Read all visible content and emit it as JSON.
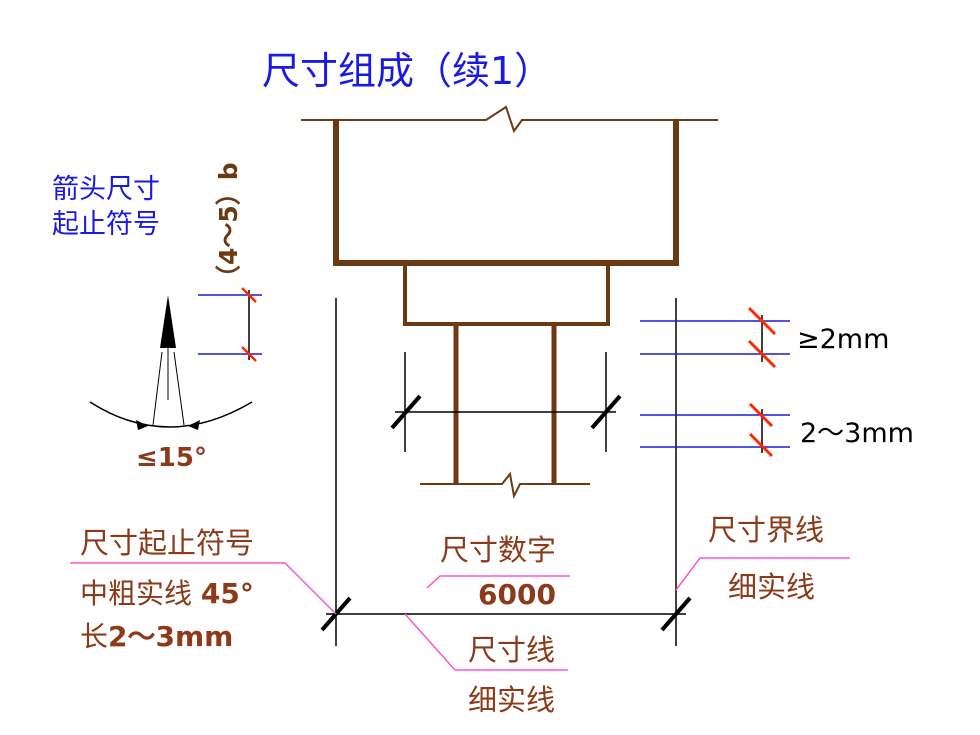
{
  "title": "尺寸组成（续1）",
  "arrow_group": {
    "label_line1": "箭头尺寸",
    "label_line2": "起止符号",
    "arrow_size": "（4～5）b",
    "angle": "≤15°"
  },
  "right_notes": {
    "gap_min": "≥2mm",
    "extend": "2～3mm"
  },
  "callouts": {
    "tick_name": "尺寸起止符号",
    "tick_desc_a": "中粗实线",
    "tick_desc_b": "45°",
    "tick_len_a": "长",
    "tick_len_b": "2～3mm",
    "dim_number": "尺寸数字",
    "dim_value": "6000",
    "dim_line": "尺寸线",
    "dim_line_style": "细实线",
    "ext_line": "尺寸界线",
    "ext_line_style": "细实线"
  },
  "colors": {
    "title": "#1a1ae6",
    "brown": "#6b3a12",
    "label_brown": "#8b3a1a",
    "blue_line": "#1a1ad0",
    "red_tick": "#ff2a00",
    "leader_pink": "#ff55cc"
  }
}
